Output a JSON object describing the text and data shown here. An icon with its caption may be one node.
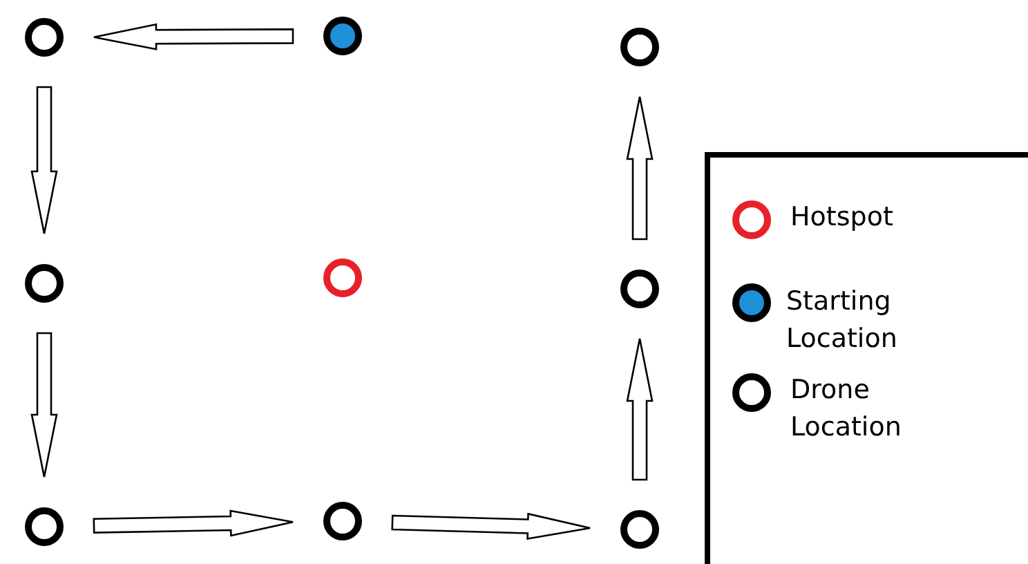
{
  "diagram": {
    "nodes": [
      {
        "text": [],
        "shape": "circle"
      },
      {
        "text": [],
        "shape": "circle"
      },
      {
        "text": [],
        "shape": "circle"
      },
      {
        "text": [],
        "shape": "circle"
      },
      {
        "text": [],
        "shape": "circle"
      },
      {
        "text": [],
        "shape": "circle"
      },
      {
        "text": [],
        "shape": "circle"
      },
      {
        "text": [],
        "shape": "circle"
      },
      {
        "text": [],
        "shape": "circle"
      }
    ],
    "edges": [
      {
        "from": 1,
        "to": 0,
        "arrow": "to"
      },
      {
        "from": 0,
        "to": 3,
        "arrow": "to"
      },
      {
        "from": 3,
        "to": 6,
        "arrow": "to"
      },
      {
        "from": 6,
        "to": 7,
        "arrow": "to"
      },
      {
        "from": 7,
        "to": 8,
        "arrow": "to"
      },
      {
        "from": 8,
        "to": 5,
        "arrow": "to"
      },
      {
        "from": 5,
        "to": 2,
        "arrow": "to"
      }
    ],
    "legend": [
      {
        "text": "Hotspot"
      },
      {
        "text": "Starting Location"
      },
      {
        "text": "Drone Location"
      }
    ]
  }
}
